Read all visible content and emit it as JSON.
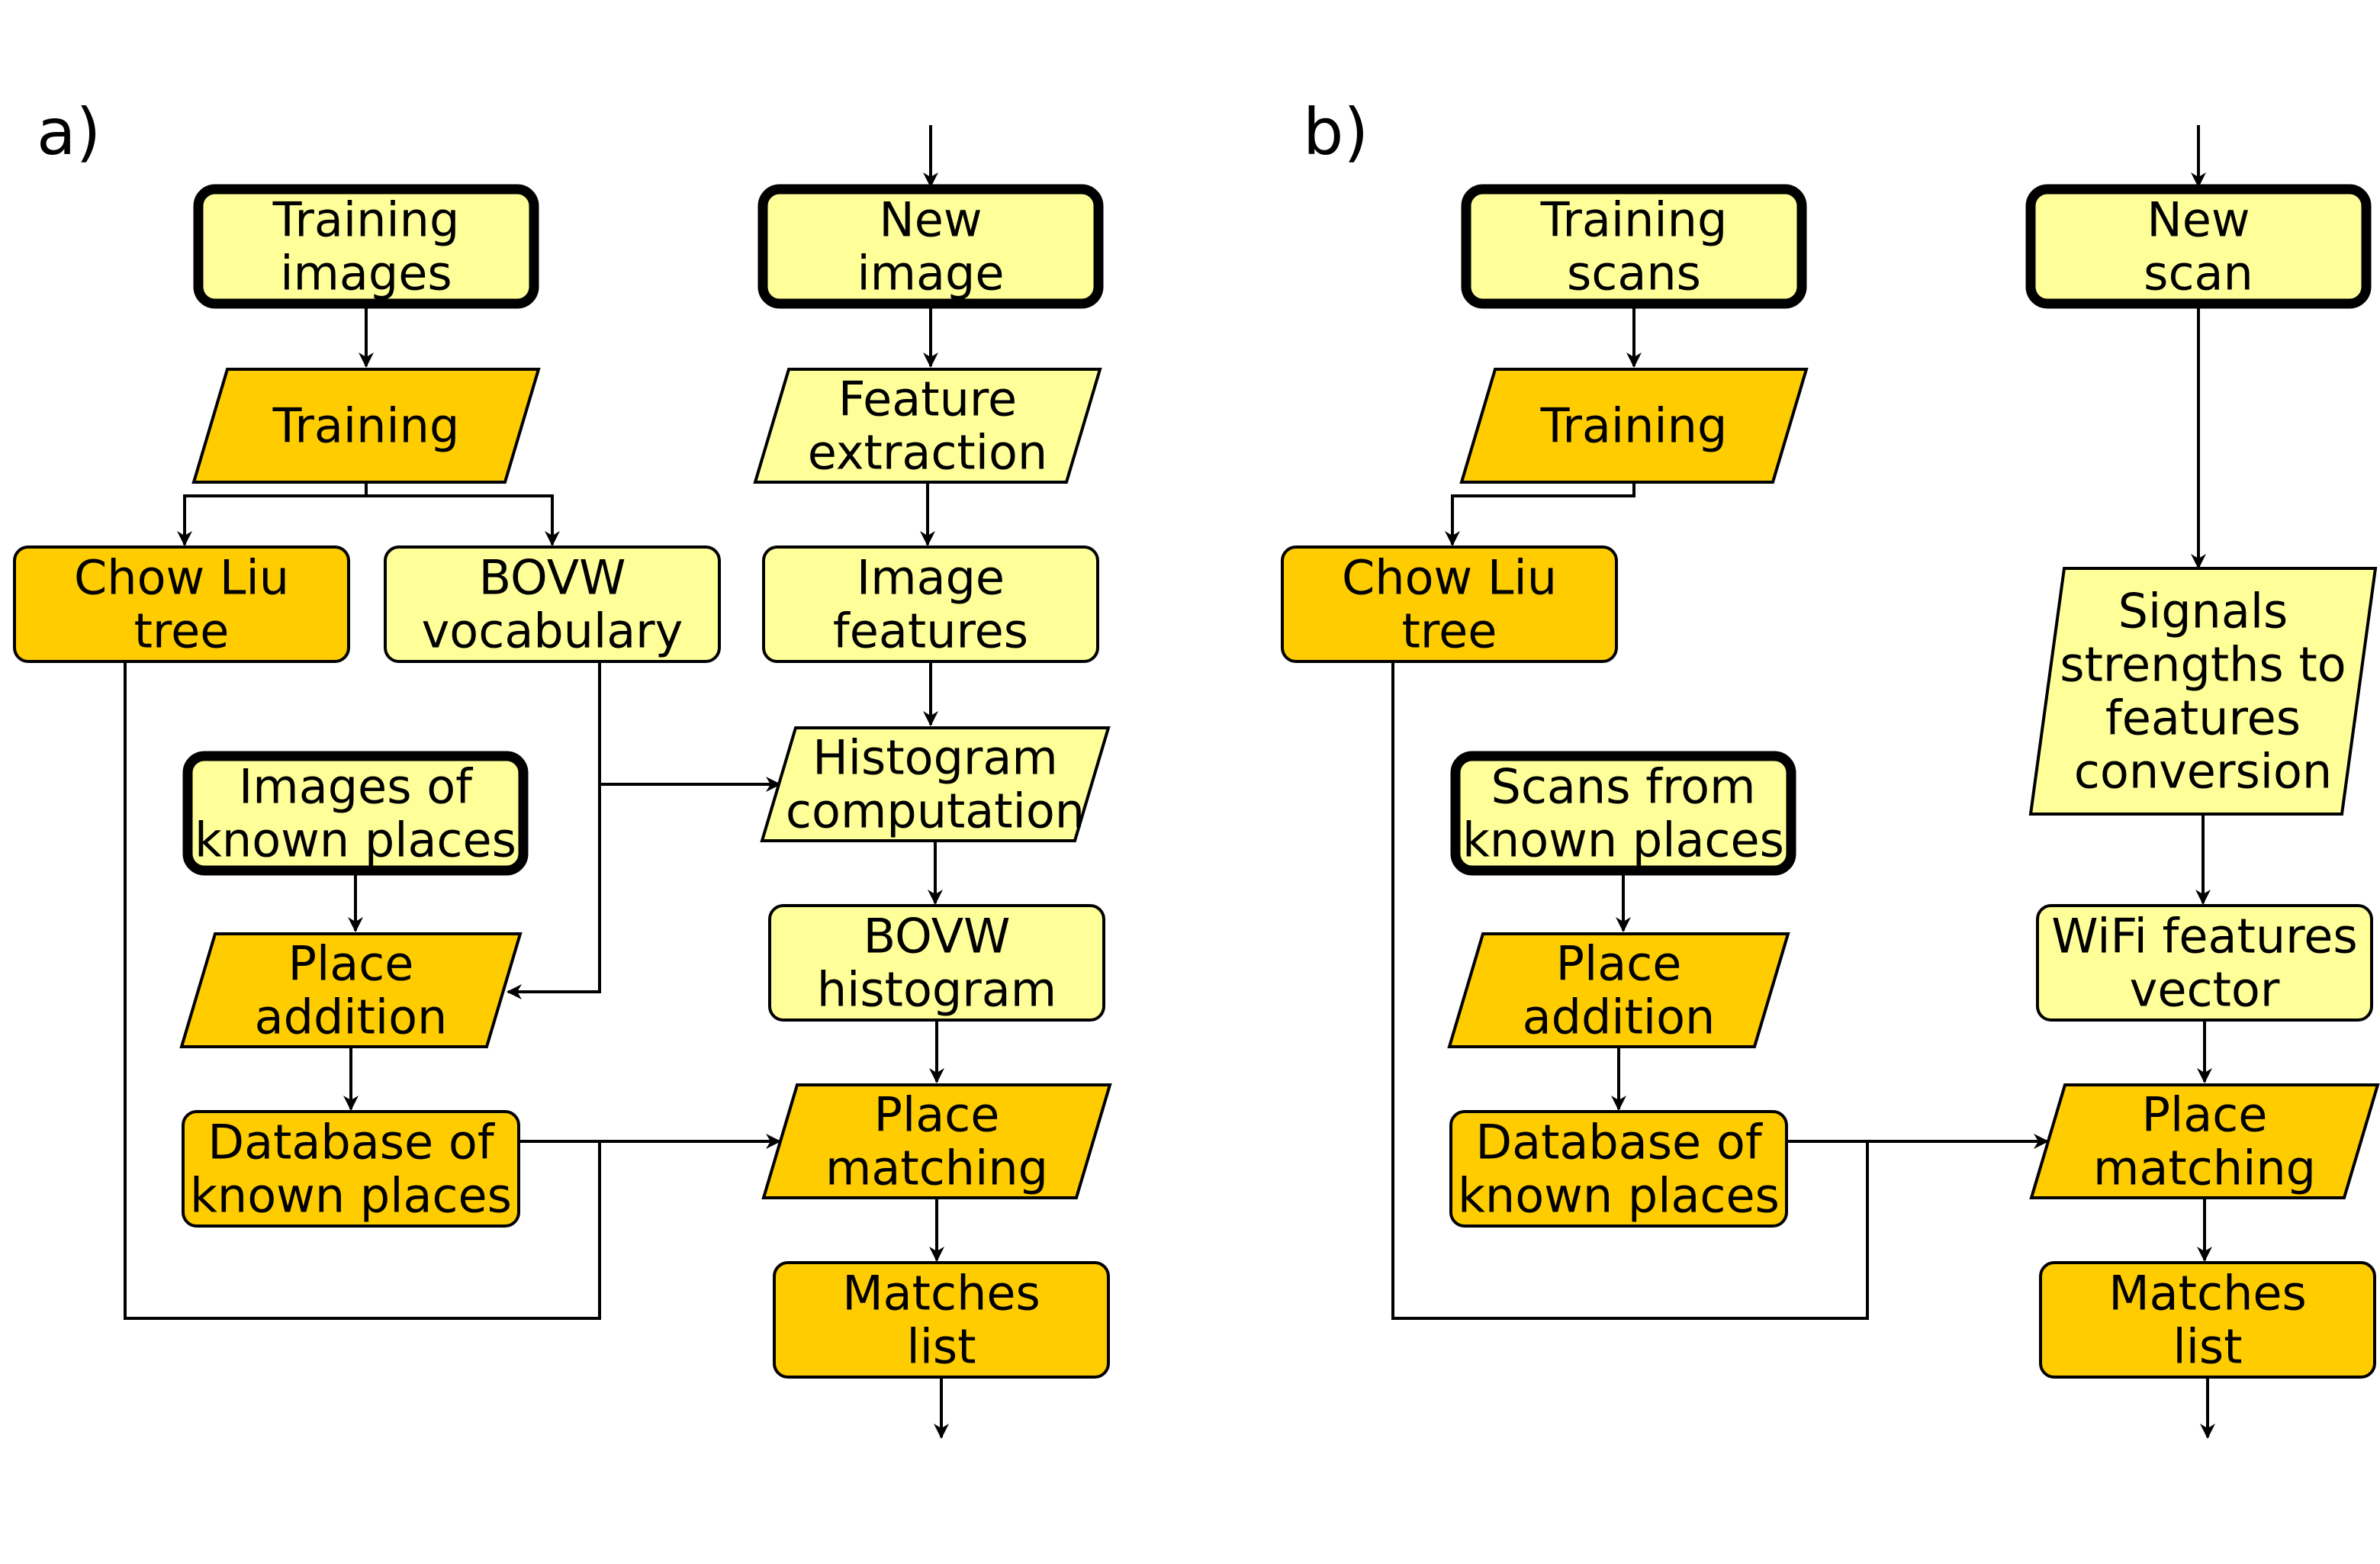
{
  "colors": {
    "data_light": "#ffff99",
    "process_dark": "#ffcc00",
    "stroke": "#000000"
  },
  "panel_a": {
    "label": "a)",
    "training_images": [
      "Training",
      "images"
    ],
    "training": [
      "Training"
    ],
    "chow_liu_tree": [
      "Chow Liu",
      "tree"
    ],
    "bovw_vocabulary": [
      "BOVW",
      "vocabulary"
    ],
    "images_known_places": [
      "Images of",
      "known places"
    ],
    "place_addition": [
      "Place",
      "addition"
    ],
    "database_known_places": [
      "Database of",
      "known places"
    ],
    "new_image": [
      "New",
      "image"
    ],
    "feature_extraction": [
      "Feature",
      "extraction"
    ],
    "image_features": [
      "Image",
      "features"
    ],
    "histogram_computation": [
      "Histogram",
      "computation"
    ],
    "bovw_histogram": [
      "BOVW",
      "histogram"
    ],
    "place_matching": [
      "Place",
      "matching"
    ],
    "matches_list": [
      "Matches",
      "list"
    ]
  },
  "panel_b": {
    "label": "b)",
    "training_scans": [
      "Training",
      "scans"
    ],
    "training": [
      "Training"
    ],
    "chow_liu_tree": [
      "Chow Liu",
      "tree"
    ],
    "scans_known_places": [
      "Scans from",
      "known places"
    ],
    "place_addition": [
      "Place",
      "addition"
    ],
    "database_known_places": [
      "Database of",
      "known places"
    ],
    "new_scan": [
      "New",
      "scan"
    ],
    "signals_conversion": [
      "Signals",
      "strengths to",
      "features",
      "conversion"
    ],
    "wifi_features_vector": [
      "WiFi features",
      "vector"
    ],
    "place_matching": [
      "Place",
      "matching"
    ],
    "matches_list": [
      "Matches",
      "list"
    ]
  }
}
